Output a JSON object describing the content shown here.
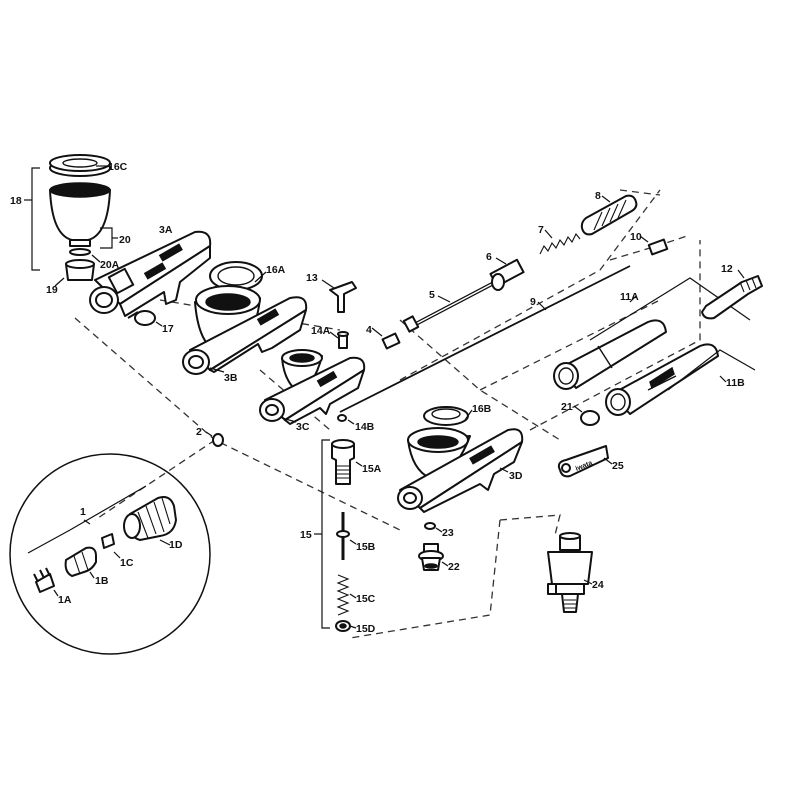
{
  "labels": {
    "p1": "1",
    "p1A": "1A",
    "p1B": "1B",
    "p1C": "1C",
    "p1D": "1D",
    "p2": "2",
    "p3A": "3A",
    "p3B": "3B",
    "p3C": "3C",
    "p3D": "3D",
    "p4": "4",
    "p5": "5",
    "p6": "6",
    "p7": "7",
    "p8": "8",
    "p9": "9",
    "p10": "10",
    "p11A": "11A",
    "p11B": "11B",
    "p12": "12",
    "p13": "13",
    "p14A": "14A",
    "p14B": "14B",
    "p15": "15",
    "p15A": "15A",
    "p15B": "15B",
    "p15C": "15C",
    "p15D": "15D",
    "p16A": "16A",
    "p16B": "16B",
    "p16C": "16C",
    "p17": "17",
    "p18": "18",
    "p19": "19",
    "p20": "20",
    "p20A": "20A",
    "p21": "21",
    "p22": "22",
    "p23": "23",
    "p24": "24",
    "p25": "25"
  },
  "wrench_text": "iwata",
  "colors": {
    "ink": "#111111",
    "background": "#ffffff"
  }
}
